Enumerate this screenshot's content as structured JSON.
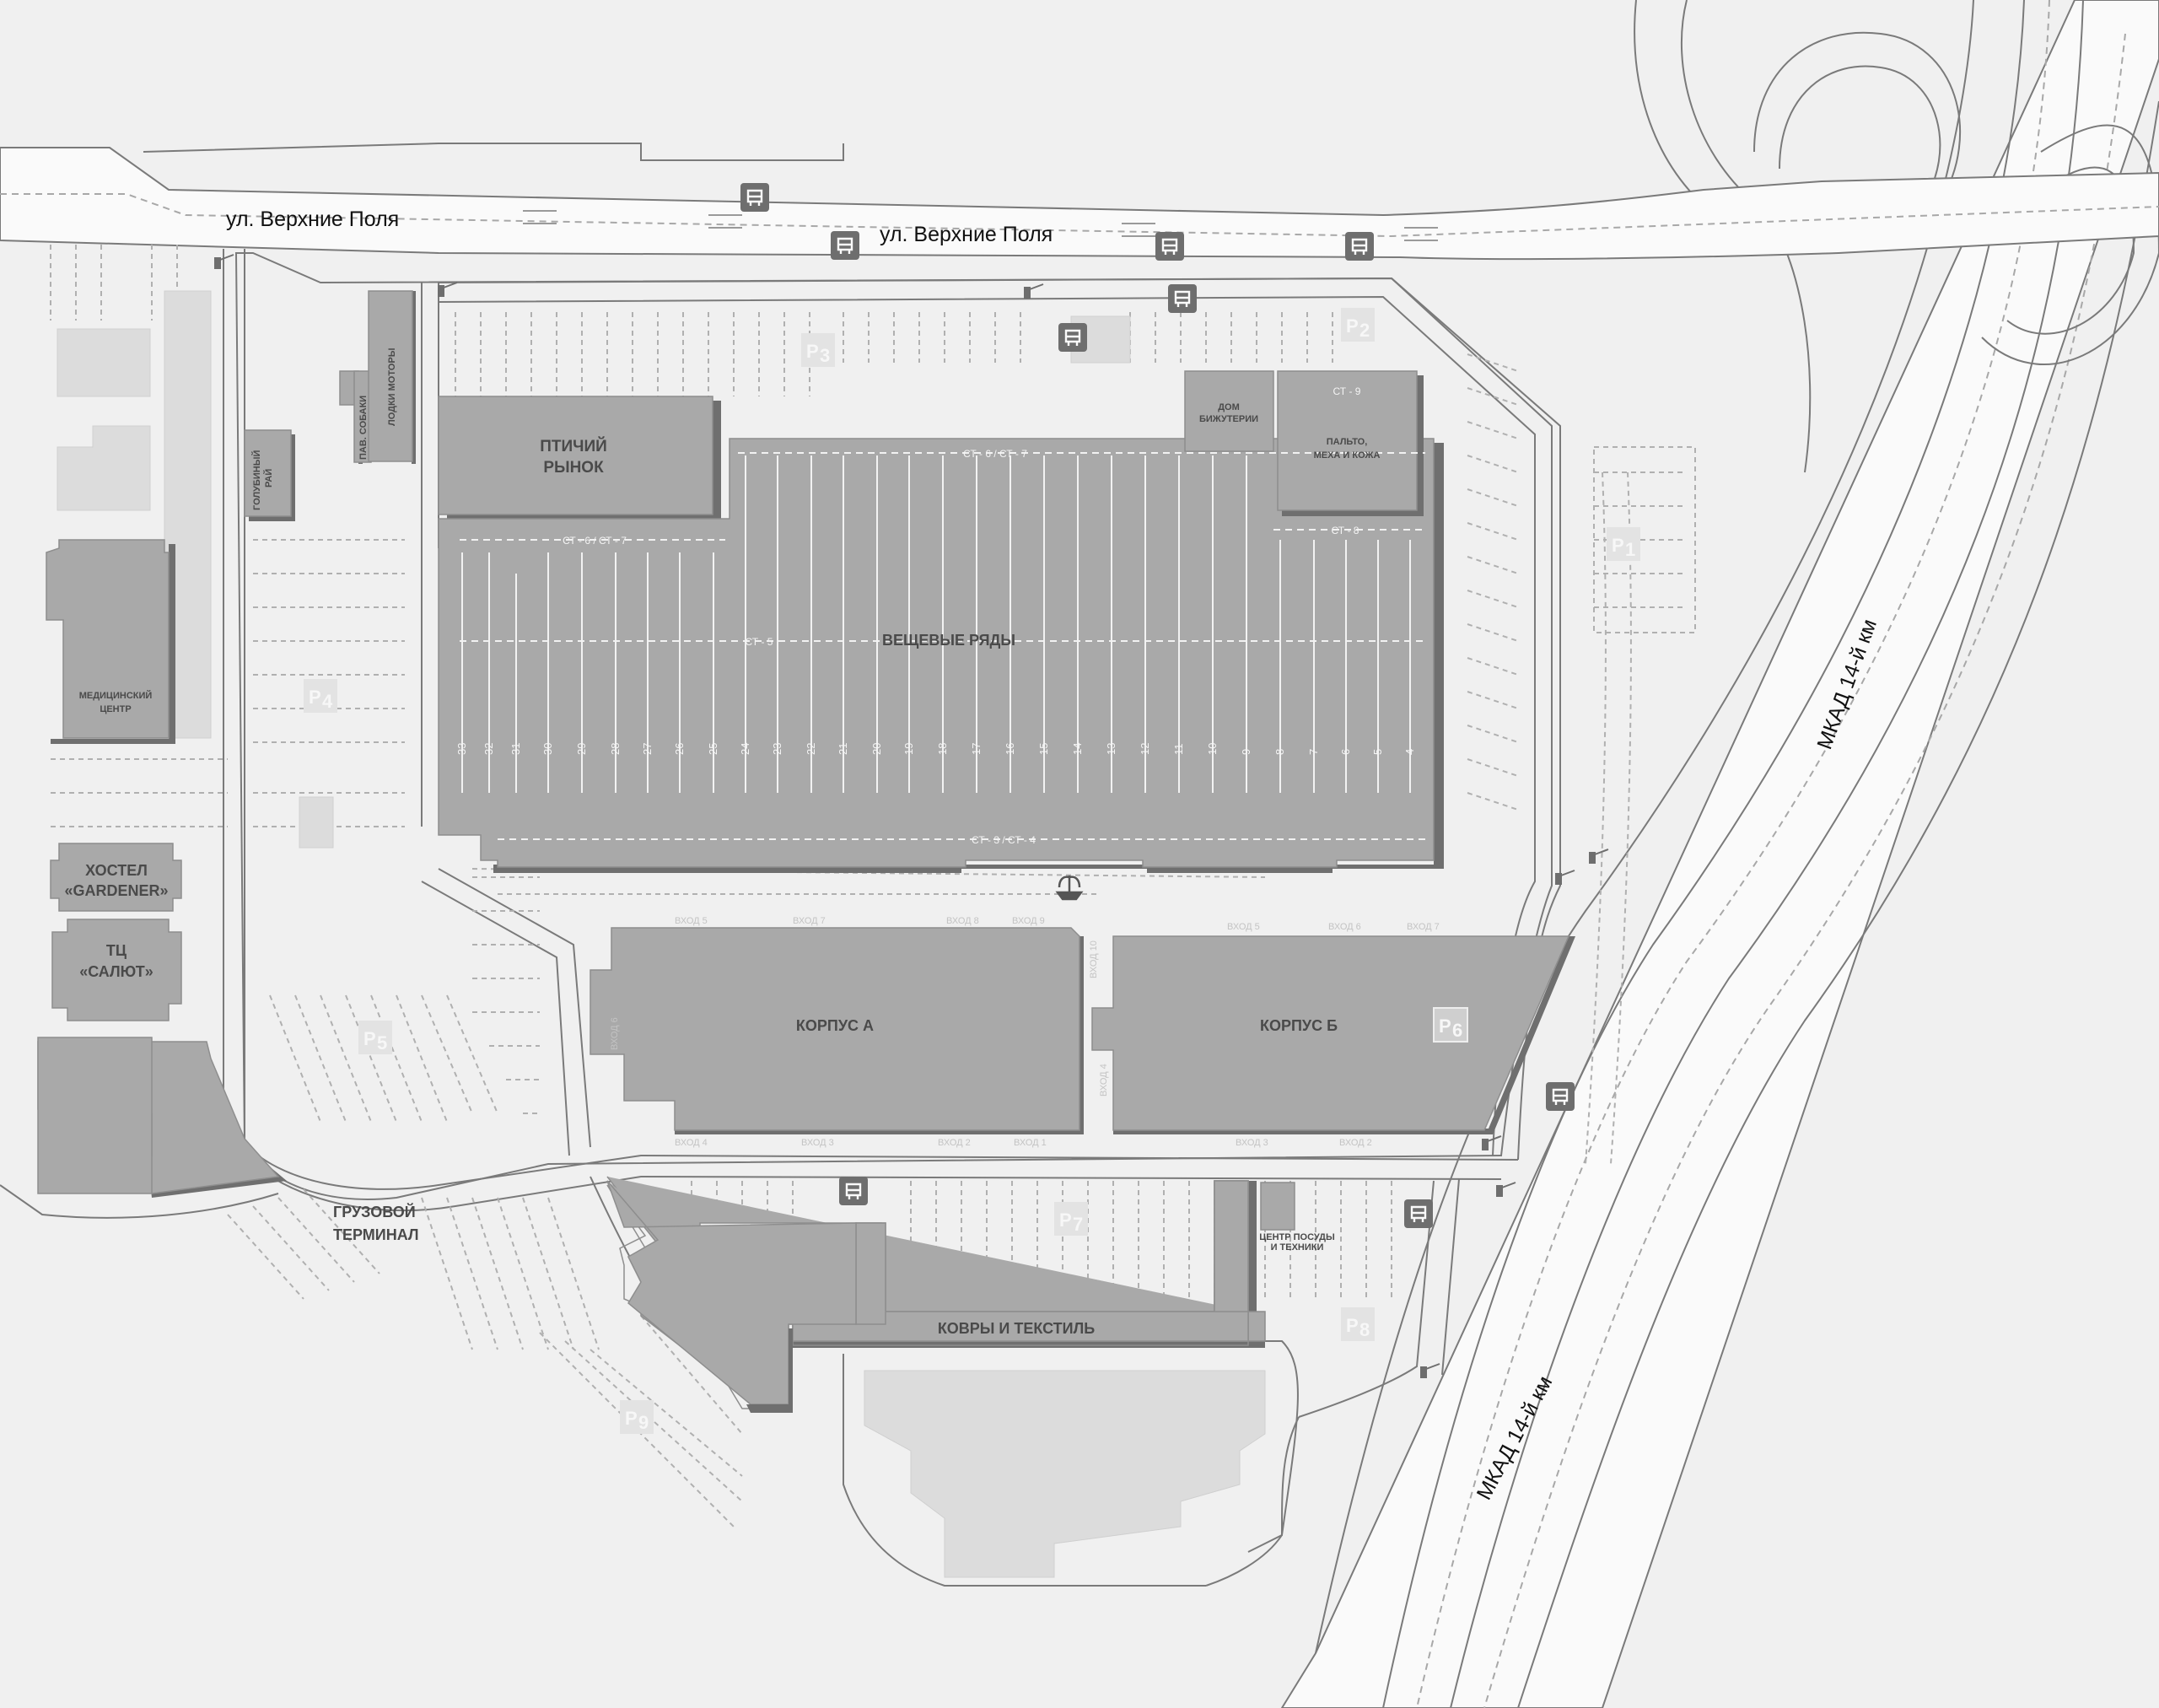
{
  "streets": {
    "verkhnie_polya_left": "ул. Верхние Поля",
    "verkhnie_polya_right": "ул. Верхние Поля",
    "mkad_upper": "МКАД 14-й км",
    "mkad_lower": "МКАД 14-й км"
  },
  "buildings": {
    "ptichiy_rynok": [
      "ПТИЧИЙ",
      "РЫНОК"
    ],
    "golubinyy_ray": [
      "ГОЛУБИНЫЙ",
      "РАЙ"
    ],
    "pav_sobaki": "ПАВ. СОБАКИ",
    "lodki_motory": "ЛОДКИ МОТОРЫ",
    "dom_bizhuterii": [
      "ДОМ",
      "БИЖУТЕРИИ"
    ],
    "ct9": "СТ - 9",
    "palto_meha": [
      "ПАЛЬТО,",
      "МЕХА И КОЖА"
    ],
    "ct8": "СТ - 8",
    "ct67_top": "СТ - 6 / СТ - 7",
    "ct67_left": "СТ - 6 / СТ - 7",
    "ct5": "СТ - 5",
    "veshchevye_ryady": "ВЕЩЕВЫЕ РЯДЫ",
    "ct34": "СТ - 3 / СТ - 4",
    "med_center": [
      "МЕДИЦИНСКИЙ",
      "ЦЕНТР"
    ],
    "hostel": [
      "ХОСТЕЛ",
      "«GARDENER»"
    ],
    "tc_salyut": [
      "ТЦ",
      "«САЛЮТ»"
    ],
    "korpus_a": "КОРПУС А",
    "korpus_b": "КОРПУС Б",
    "gruzovoy": [
      "ГРУЗОВОЙ",
      "ТЕРМИНАЛ"
    ],
    "kovry": "КОВРЫ И ТЕКСТИЛЬ",
    "posuda": [
      "ЦЕНТР ПОСУДЫ",
      "И ТЕХНИКИ"
    ]
  },
  "rows": [
    "33",
    "32",
    "31",
    "30",
    "29",
    "28",
    "27",
    "26",
    "25",
    "24",
    "23",
    "22",
    "21",
    "20",
    "19",
    "18",
    "17",
    "16",
    "15",
    "14",
    "13",
    "12",
    "11",
    "10",
    "9",
    "8",
    "7",
    "6",
    "5",
    "4"
  ],
  "entrances": {
    "vhod1": "ВХОД 1",
    "vhod2": "ВХОД 2",
    "vhod3": "ВХОД 3",
    "vhod4": "ВХОД 4",
    "vhod5": "ВХОД 5",
    "vhod6": "ВХОД 6",
    "vhod7": "ВХОД 7",
    "vhod8": "ВХОД 8",
    "vhod9": "ВХОД 9",
    "vhod10": "ВХОД 10",
    "b_vhod2": "ВХОД 2",
    "b_vhod3": "ВХОД 3",
    "b_vhod4": "ВХОД 4",
    "b_vhod5": "ВХОД 5",
    "b_vhod6": "ВХОД 6",
    "b_vhod7": "ВХОД 7"
  },
  "parking": {
    "p1": [
      "P",
      "1"
    ],
    "p2": [
      "P",
      "2"
    ],
    "p3": [
      "P",
      "3"
    ],
    "p4": [
      "P",
      "4"
    ],
    "p5": [
      "P",
      "5"
    ],
    "p6": [
      "P",
      "6"
    ],
    "p7": [
      "P",
      "7"
    ],
    "p8": [
      "P",
      "8"
    ],
    "p9": [
      "P",
      "9"
    ]
  },
  "icons": {
    "bus_stop": "bus-stop-icon",
    "barrier": "barrier-gate-icon",
    "fountain": "fountain-icon"
  },
  "colors": {
    "background": "#f0f0f0",
    "road": "#fafafa",
    "building": "#a9a9a9",
    "building_shadow": "#6f6f6f",
    "bus_icon": "#6e6e6e"
  }
}
